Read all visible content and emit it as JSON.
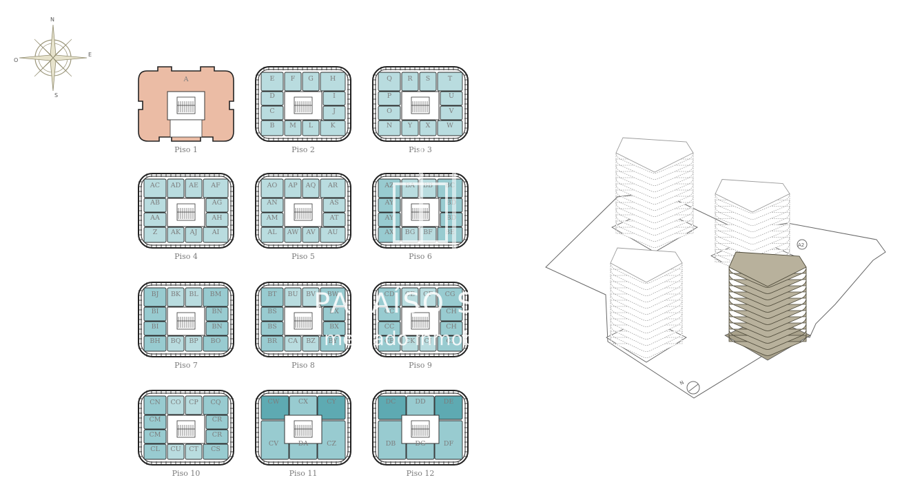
{
  "compass": {
    "n": "N",
    "e": "E",
    "s": "S",
    "o": "O"
  },
  "floors": [
    {
      "caption": "Piso 1",
      "style": "single",
      "units": [
        "A"
      ]
    },
    {
      "caption": "Piso 2",
      "style": "grid",
      "units": [
        "E",
        "F",
        "G",
        "H",
        "D",
        "I",
        "C",
        "J",
        "B",
        "M",
        "L",
        "K"
      ]
    },
    {
      "caption": "Piso 3",
      "style": "grid",
      "units": [
        "Q",
        "R",
        "S",
        "T",
        "P",
        "U",
        "O",
        "V",
        "N",
        "Y",
        "X",
        "W"
      ]
    },
    {
      "caption": "Piso 4",
      "style": "grid",
      "units": [
        "AC",
        "AD",
        "AE",
        "AF",
        "AB",
        "AG",
        "AA",
        "AH",
        "Z",
        "AK",
        "AJ",
        "AI"
      ]
    },
    {
      "caption": "Piso 5",
      "style": "grid",
      "units": [
        "AO",
        "AP",
        "AQ",
        "AR",
        "AN",
        "AS",
        "AM",
        "AT",
        "AL",
        "AW",
        "AV",
        "AU"
      ]
    },
    {
      "caption": "Piso 6",
      "style": "grid",
      "units": [
        "AZ",
        "BA",
        "BB",
        "BC",
        "AY",
        "BD",
        "AY",
        "BD",
        "AX",
        "BG",
        "BF",
        "BE"
      ]
    },
    {
      "caption": "Piso 7",
      "style": "grid",
      "units": [
        "BJ",
        "BK",
        "BL",
        "BM",
        "BI",
        "BN",
        "BI",
        "BN",
        "BH",
        "BQ",
        "BP",
        "BO"
      ]
    },
    {
      "caption": "Piso 8",
      "style": "grid",
      "units": [
        "BT",
        "BU",
        "BV",
        "BW",
        "BS",
        "BX",
        "BS",
        "BX",
        "BR",
        "CA",
        "BZ",
        "BY"
      ]
    },
    {
      "caption": "Piso 9",
      "style": "grid",
      "units": [
        "CD",
        "CE",
        "CF",
        "CG",
        "CC",
        "CH",
        "CC",
        "CH",
        "CB",
        "CK",
        "CJ",
        "CI"
      ]
    },
    {
      "caption": "Piso 10",
      "style": "grid",
      "units": [
        "CN",
        "CO",
        "CP",
        "CQ",
        "CM",
        "CR",
        "CM",
        "CR",
        "CL",
        "CU",
        "CT",
        "CS"
      ]
    },
    {
      "caption": "Piso 11",
      "style": "six",
      "units": [
        "CW",
        "CX",
        "CY",
        "CV",
        "DA",
        "CZ"
      ]
    },
    {
      "caption": "Piso 12",
      "style": "six",
      "units": [
        "DC",
        "DD",
        "DE",
        "DB",
        "DG",
        "DF"
      ]
    }
  ],
  "site": {
    "tower_label": "A2",
    "north_label": "N"
  },
  "watermark": {
    "title": "PARAÍSO SPAÑA",
    "subtitle": "mercado inmobiliario"
  },
  "colors": {
    "coral": "#ebbca5",
    "light": "#b9dcdf",
    "mid": "#98cbd0",
    "dark": "#5eaab2",
    "tower": "#b8b19c"
  }
}
